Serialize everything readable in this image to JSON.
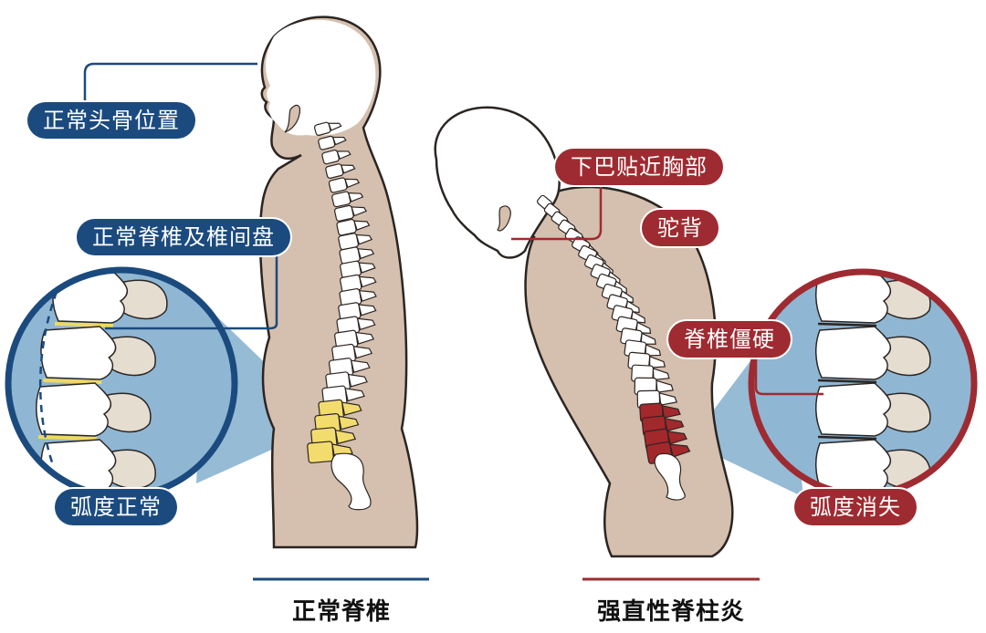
{
  "colors": {
    "normal_accent": "#1b4a7e",
    "disease_accent": "#9e2b31",
    "skin": "#d5bfae",
    "magnifier_bg": "#8fb7d3",
    "normal_lumbar": "#f3dc6e",
    "disease_lumbar": "#a3282c"
  },
  "normal_spine": {
    "caption": "正常脊椎",
    "labels": {
      "head_position": "正常头骨位置",
      "spine_and_discs": "正常脊椎及椎间盘",
      "curvature": "弧度正常"
    }
  },
  "ankylosing_spondylitis": {
    "caption": "强直性脊柱炎",
    "labels": {
      "chin_near_chest": "下巴贴近胸部",
      "hunchback": "驼背",
      "spine_stiffness": "脊椎僵硬",
      "curvature_lost": "弧度消失"
    }
  }
}
